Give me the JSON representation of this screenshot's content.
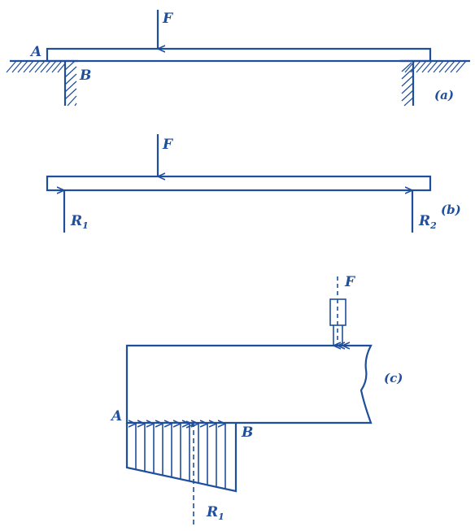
{
  "diagram": {
    "a": {
      "force": "F",
      "point_a": "A",
      "point_b": "B",
      "tag": "(a)"
    },
    "b": {
      "force": "F",
      "r1": "R",
      "r1_sub": "1",
      "r2": "R",
      "r2_sub": "2",
      "tag": "(b)"
    },
    "c": {
      "force": "F",
      "point_a": "A",
      "point_b": "B",
      "r1": "R",
      "r1_sub": "1",
      "tag": "(c)"
    }
  },
  "colors": {
    "ink": "#1f4e9c",
    "background": "#ffffff"
  }
}
